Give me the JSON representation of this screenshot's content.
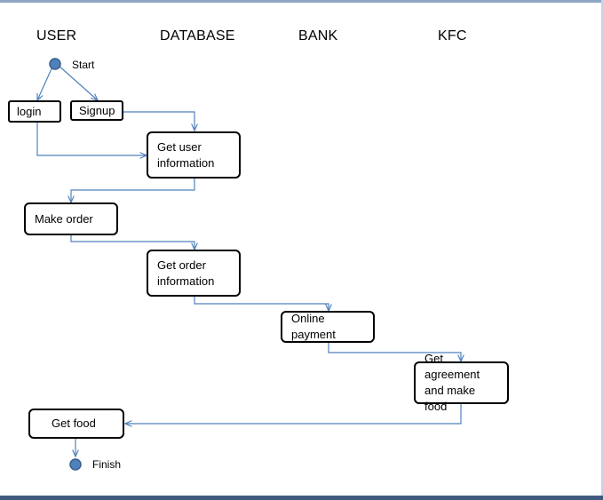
{
  "lanes": [
    "USER",
    "DATABASE",
    "BANK",
    "KFC"
  ],
  "terminals": {
    "start": "Start",
    "finish": "Finish"
  },
  "nodes": {
    "login": "login",
    "signup": "Signup",
    "get_user_info": "Get user\ninformation",
    "make_order": "Make order",
    "get_order_info": "Get order\ninformation",
    "online_payment": "Online  payment",
    "get_agreement": "Get agreement\nand make food",
    "get_food": "Get food"
  },
  "colors": {
    "connector": "#4f81bd",
    "terminal_fill": "#4f81bd",
    "terminal_stroke": "#385d8a",
    "node_border": "#000000"
  }
}
